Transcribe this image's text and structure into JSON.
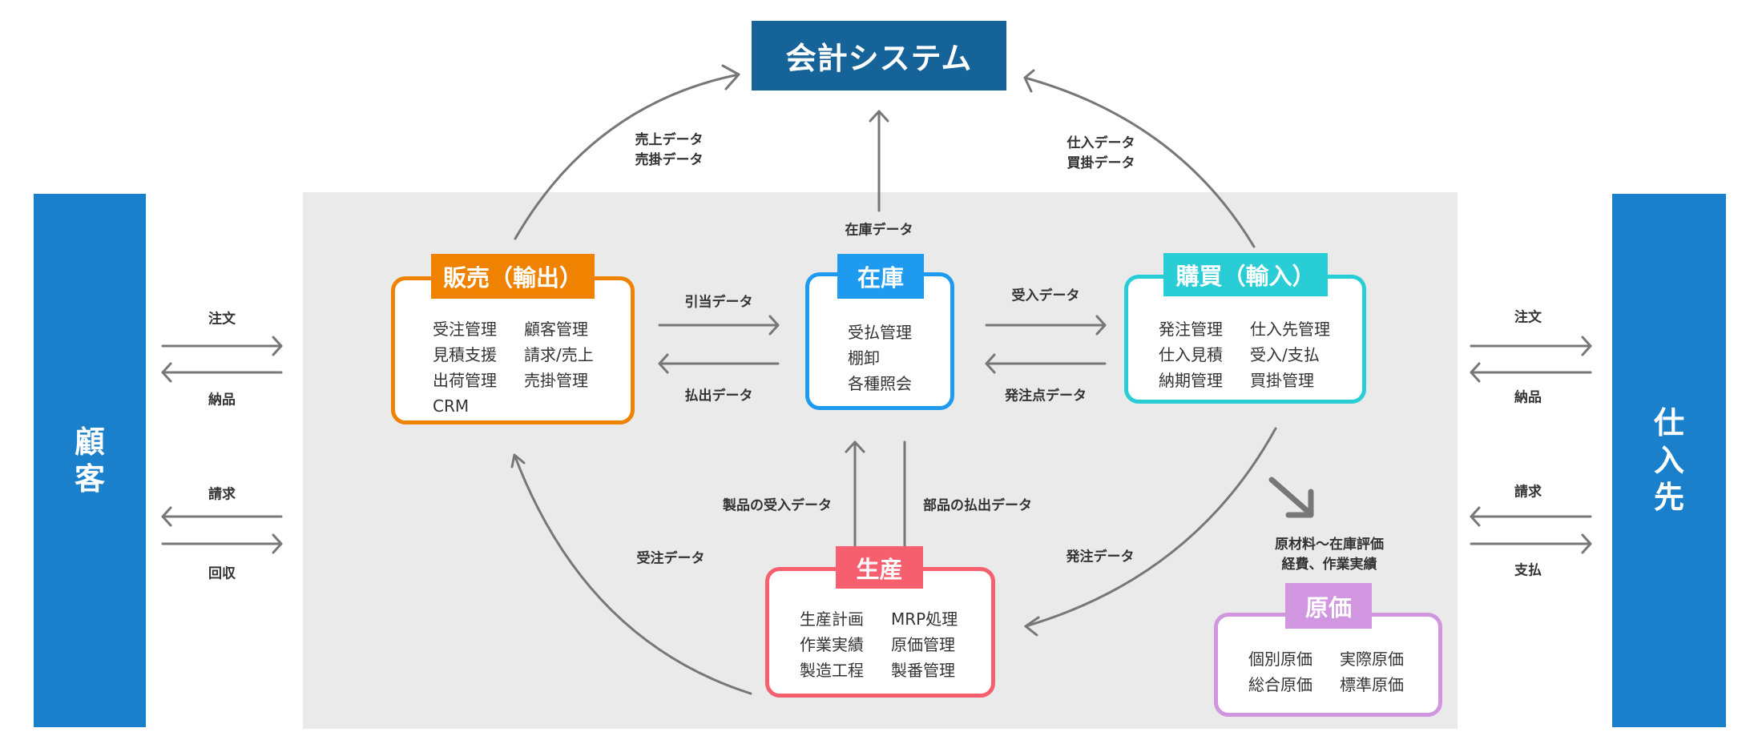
{
  "accounting": {
    "title": "会計システム",
    "color": "#166399"
  },
  "customer": {
    "chars": [
      "顧",
      "客"
    ],
    "color": "#1a80cc"
  },
  "supplier": {
    "chars": [
      "仕",
      "入",
      "先"
    ],
    "color": "#1a80cc"
  },
  "modules": {
    "sales": {
      "title": "販売（輸出）",
      "color": "#ef8200",
      "items": [
        "受注管理",
        "顧客管理",
        "見積支援",
        "請求/売上",
        "出荷管理",
        "売掛管理",
        "CRM"
      ]
    },
    "inventory": {
      "title": "在庫",
      "color": "#1e9bef",
      "items": [
        "受払管理",
        "棚卸",
        "各種照会"
      ]
    },
    "purchasing": {
      "title": "購買（輸入）",
      "color": "#28cdd6",
      "items": [
        "発注管理",
        "仕入先管理",
        "仕入見積",
        "受入/支払",
        "納期管理",
        "買掛管理"
      ]
    },
    "production": {
      "title": "生産",
      "color": "#f55f6e",
      "items": [
        "生産計画",
        "MRP処理",
        "作業実績",
        "原価管理",
        "製造工程",
        "製番管理"
      ]
    },
    "cost": {
      "title": "原価",
      "color": "#d097e0",
      "items": [
        "個別原価",
        "実際原価",
        "総合原価",
        "標準原価"
      ]
    }
  },
  "flows": {
    "sales_to_accounting": [
      "売上データ",
      "売掛データ"
    ],
    "inventory_to_accounting": "在庫データ",
    "purchasing_to_accounting": [
      "仕入データ",
      "買掛データ"
    ],
    "sales_to_inventory": "引当データ",
    "inventory_to_sales": "払出データ",
    "inventory_to_purchasing": "受入データ",
    "purchasing_to_inventory": "発注点データ",
    "production_to_inventory": "製品の受入データ",
    "inventory_to_production": "部品の払出データ",
    "production_to_sales": "受注データ",
    "purchasing_to_production": "発注データ",
    "to_cost": [
      "原材料～在庫評価",
      "経費、作業実績"
    ],
    "customer": {
      "order": "注文",
      "delivery": "納品",
      "billing": "請求",
      "collection": "回収"
    },
    "supplier": {
      "order": "注文",
      "delivery": "納品",
      "billing": "請求",
      "payment": "支払"
    }
  }
}
